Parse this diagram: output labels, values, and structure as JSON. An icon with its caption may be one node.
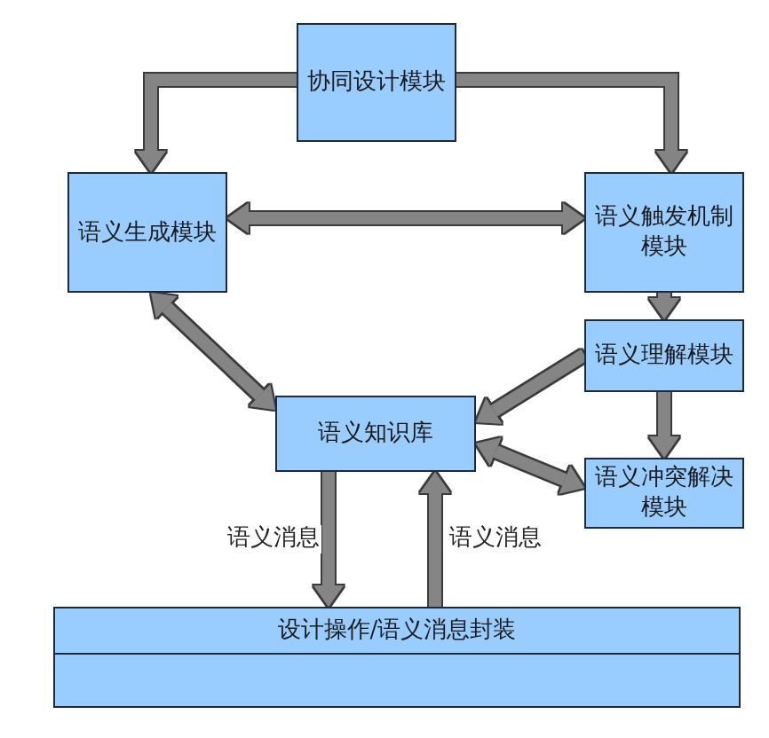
{
  "diagram": {
    "nodes": [
      {
        "text": [
          "协同设计模块"
        ]
      },
      {
        "text": [
          "语义生成模块"
        ]
      },
      {
        "text": [
          "语义触发机制模块"
        ]
      },
      {
        "text": [
          "语义理解模块"
        ]
      },
      {
        "text": [
          "语义知识库"
        ]
      },
      {
        "text": [
          "语义冲突解决模块"
        ]
      },
      {
        "text": [
          "设计操作/语义消息封装"
        ]
      },
      {
        "text": [],
        "shape": "box"
      }
    ],
    "edges": [
      {
        "from": 0,
        "to": 1,
        "arrow": "to"
      },
      {
        "from": 0,
        "to": 2,
        "arrow": "to"
      },
      {
        "from": 1,
        "to": 2,
        "arrow": "both"
      },
      {
        "from": 2,
        "to": 3,
        "arrow": "to"
      },
      {
        "from": 3,
        "to": 5,
        "arrow": "to"
      },
      {
        "from": 1,
        "to": 4,
        "arrow": "both"
      },
      {
        "from": 3,
        "to": 4,
        "arrow": "to"
      },
      {
        "from": 4,
        "to": 5,
        "arrow": "both"
      },
      {
        "from": 4,
        "to": 6,
        "arrow": "to",
        "label": "语义消息"
      },
      {
        "from": 6,
        "to": 4,
        "arrow": "to",
        "label": "语义消息"
      }
    ]
  }
}
